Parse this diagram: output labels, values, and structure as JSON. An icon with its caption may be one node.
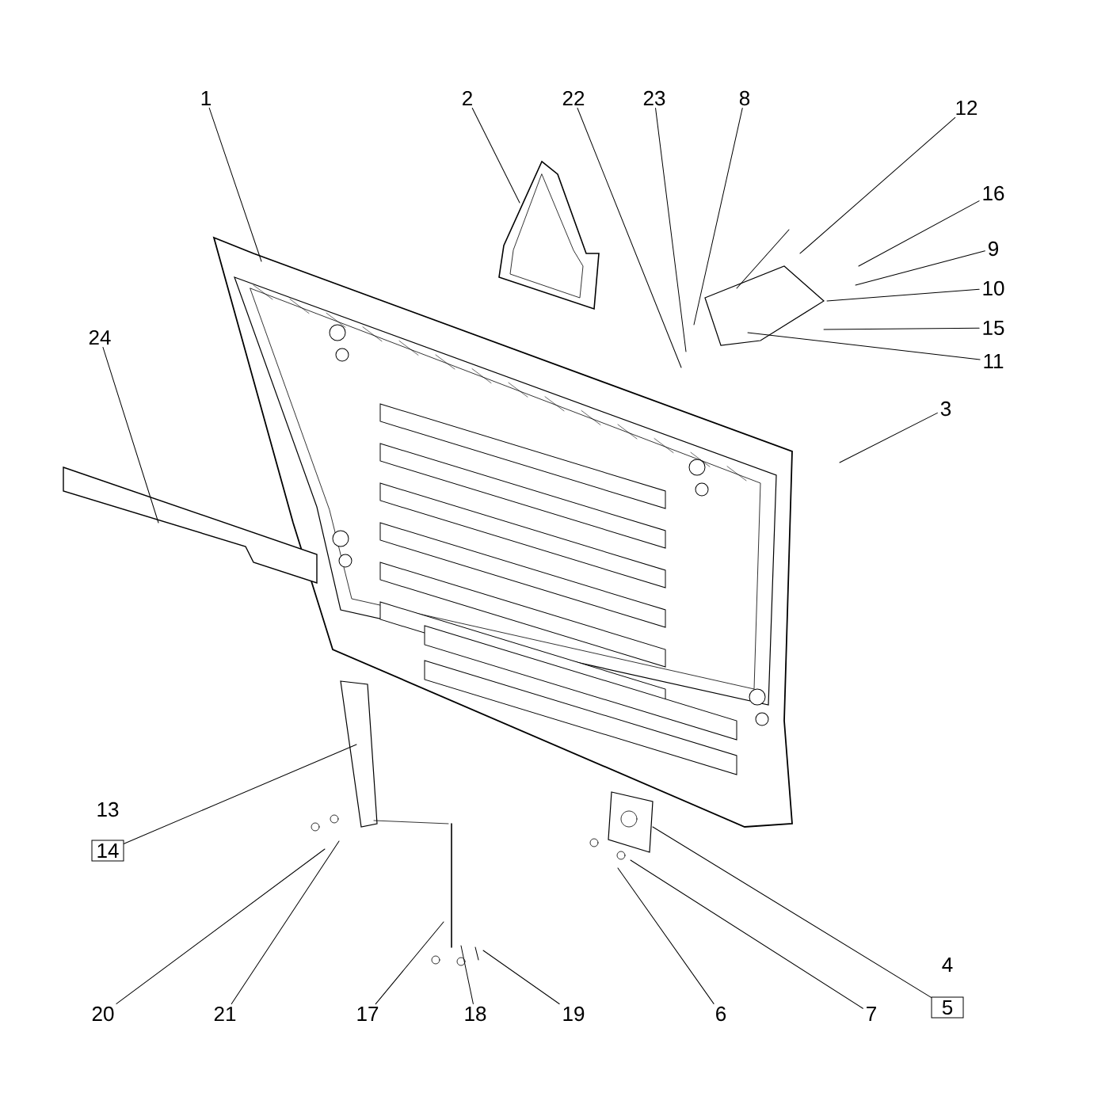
{
  "diagram": {
    "nodes": [
      {
        "text": [
          "1"
        ]
      },
      {
        "text": [
          "2"
        ]
      },
      {
        "text": [
          "22"
        ]
      },
      {
        "text": [
          "23"
        ]
      },
      {
        "text": [
          "8"
        ]
      },
      {
        "text": [
          "12"
        ]
      },
      {
        "text": [
          "16"
        ]
      },
      {
        "text": [
          "9"
        ]
      },
      {
        "text": [
          "10"
        ]
      },
      {
        "text": [
          "15"
        ]
      },
      {
        "text": [
          "11"
        ]
      },
      {
        "text": [
          "3"
        ]
      },
      {
        "text": [
          "24"
        ]
      },
      {
        "text": [
          "13"
        ]
      },
      {
        "text": [
          "14"
        ]
      },
      {
        "text": [
          "4"
        ]
      },
      {
        "text": [
          "5"
        ]
      },
      {
        "text": [
          "20"
        ]
      },
      {
        "text": [
          "21"
        ]
      },
      {
        "text": [
          "17"
        ]
      },
      {
        "text": [
          "18"
        ]
      },
      {
        "text": [
          "19"
        ]
      },
      {
        "text": [
          "6"
        ]
      },
      {
        "text": [
          "7"
        ]
      }
    ],
    "edges": [
      {
        "from": 0,
        "to": null,
        "arrow": "none"
      },
      {
        "from": 1,
        "to": null,
        "arrow": "none"
      },
      {
        "from": 2,
        "to": null,
        "arrow": "none"
      },
      {
        "from": 3,
        "to": null,
        "arrow": "none"
      },
      {
        "from": 4,
        "to": null,
        "arrow": "none"
      },
      {
        "from": 5,
        "to": null,
        "arrow": "none"
      },
      {
        "from": 6,
        "to": null,
        "arrow": "none"
      },
      {
        "from": 7,
        "to": null,
        "arrow": "none"
      },
      {
        "from": 8,
        "to": null,
        "arrow": "none"
      },
      {
        "from": 9,
        "to": null,
        "arrow": "none"
      },
      {
        "from": 10,
        "to": null,
        "arrow": "none"
      },
      {
        "from": 11,
        "to": null,
        "arrow": "none"
      },
      {
        "from": 12,
        "to": null,
        "arrow": "none"
      },
      {
        "from": 14,
        "to": null,
        "arrow": "none"
      },
      {
        "from": 16,
        "to": null,
        "arrow": "none"
      },
      {
        "from": 17,
        "to": null,
        "arrow": "none"
      },
      {
        "from": 18,
        "to": null,
        "arrow": "none"
      },
      {
        "from": 19,
        "to": null,
        "arrow": "none"
      },
      {
        "from": 20,
        "to": null,
        "arrow": "none"
      },
      {
        "from": 21,
        "to": null,
        "arrow": "none"
      },
      {
        "from": 22,
        "to": null,
        "arrow": "none"
      },
      {
        "from": 23,
        "to": null,
        "arrow": "none"
      }
    ]
  }
}
